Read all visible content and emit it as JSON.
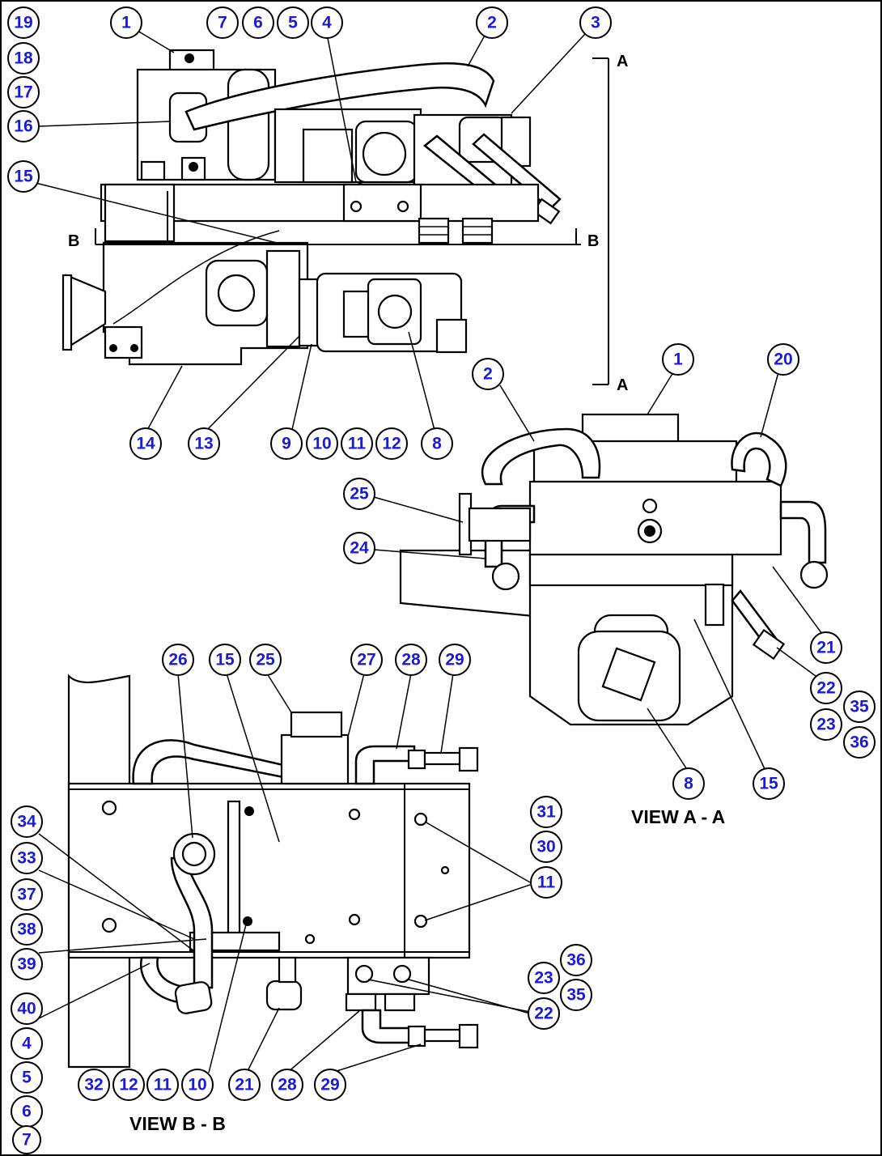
{
  "views": {
    "view_a_label": "VIEW A - A",
    "view_b_label": "VIEW B - B",
    "section_a": "A",
    "section_b": "B"
  },
  "callouts": {
    "c1": "1",
    "c2": "2",
    "c3": "3",
    "c4": "4",
    "c5": "5",
    "c6": "6",
    "c7": "7",
    "c8": "8",
    "c9": "9",
    "c10": "10",
    "c11": "11",
    "c12": "12",
    "c13": "13",
    "c14": "14",
    "c15": "15",
    "c16": "16",
    "c17": "17",
    "c18": "18",
    "c19": "19",
    "c20": "20",
    "c21": "21",
    "c22": "22",
    "c23": "23",
    "c24": "24",
    "c25": "25",
    "c26": "26",
    "c27": "27",
    "c28": "28",
    "c29": "29",
    "c30": "30",
    "c31": "31",
    "c32": "32",
    "c33": "33",
    "c34": "34",
    "c35": "35",
    "c36": "36",
    "c37": "37",
    "c38": "38",
    "c39": "39",
    "c40": "40"
  },
  "colors": {
    "callout_text": "#1a1ad8",
    "line": "#000000",
    "background": "#ffffff"
  }
}
